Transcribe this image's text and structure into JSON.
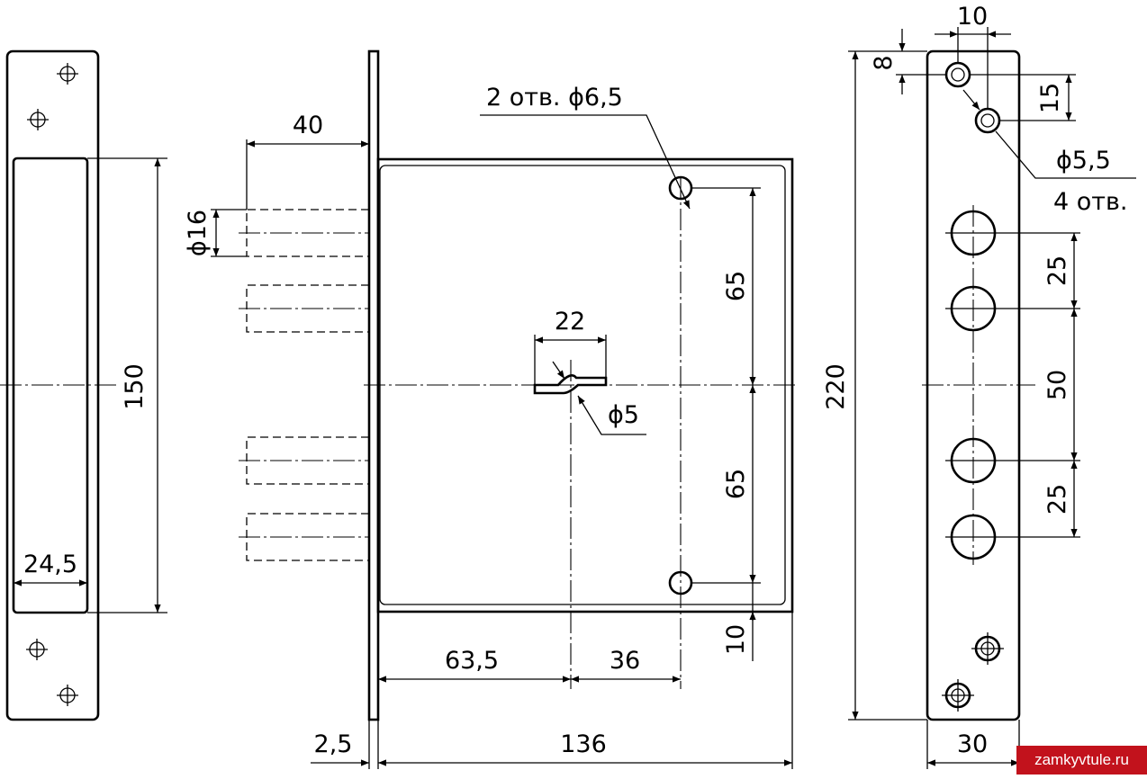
{
  "colors": {
    "line": "#000000",
    "background": "#ffffff",
    "badge": "#c2121c"
  },
  "watermark": "zamkyvtule.ru",
  "dimensions": {
    "strike_width": "24,5",
    "strike_height": "150",
    "bolt_projection": "40",
    "bolt_diameter": "ϕ16",
    "mount_holes": "2 отв. ϕ6,5",
    "spindle_width": "22",
    "spindle_hole": "ϕ5",
    "upper_spacing": "65",
    "lower_spacing": "65",
    "bottom_offset": "10",
    "backset": "63,5",
    "hole_offset": "36",
    "plate_thickness": "2,5",
    "case_depth": "136",
    "faceplate_height": "220",
    "top_offset_a": "10",
    "top_offset_b": "8",
    "screw_spacing": "15",
    "screw_diameter": "ϕ5,5",
    "screw_count": "4 отв.",
    "bolt_pitch_top": "25",
    "bolt_pitch_mid": "50",
    "bolt_pitch_bottom": "25",
    "faceplate_width": "30"
  }
}
